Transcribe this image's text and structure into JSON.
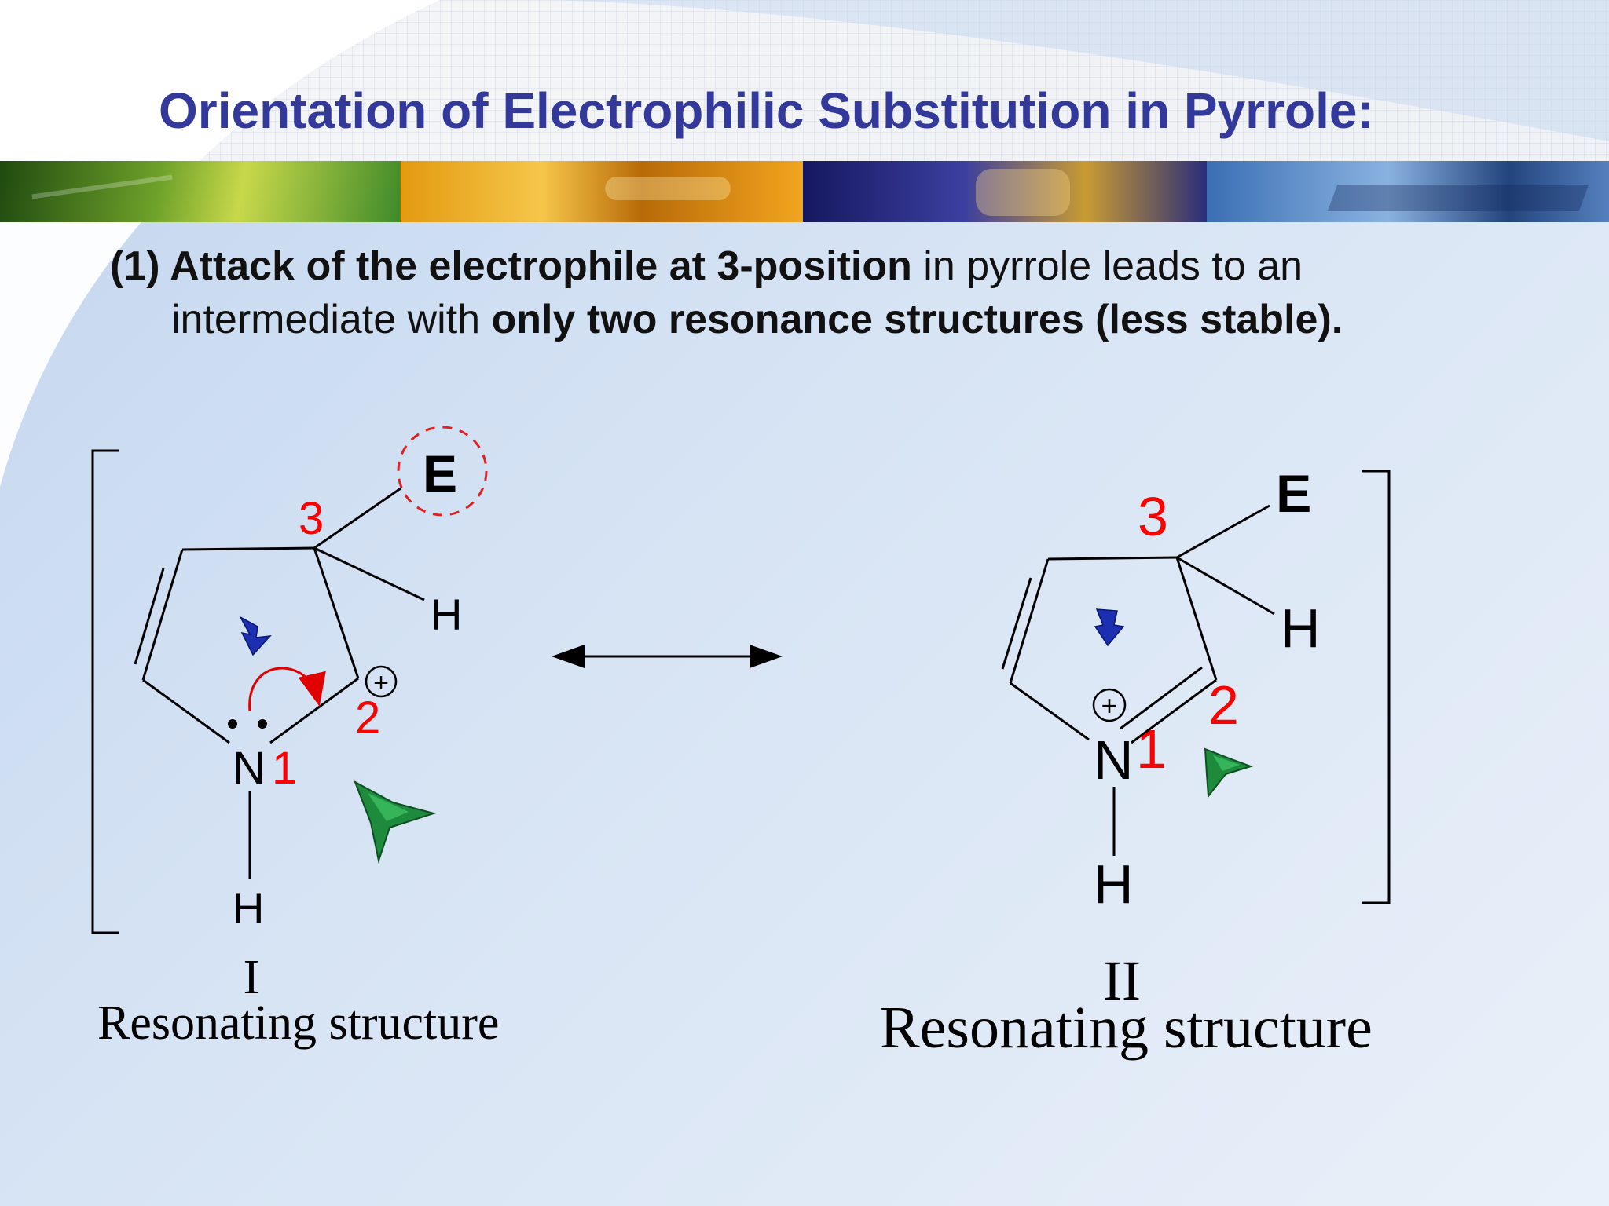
{
  "slide": {
    "title": "Orientation of Electrophilic Substitution in Pyrrole:",
    "paragraph": {
      "line1_bold": "(1) Attack of the electrophile at 3-position",
      "line1_normal": " in pyrrole leads to an",
      "line2_normal": "intermediate with ",
      "line2_bold": "only two resonance structures (less stable)."
    }
  },
  "structure_1": {
    "roman": "I",
    "caption": "Resonating structure",
    "atoms": {
      "E": "E",
      "H_sub": "H",
      "N": "N",
      "H_N": "H"
    },
    "positions": {
      "p1": "1",
      "p2": "2",
      "p3": "3"
    },
    "charge": "+"
  },
  "structure_2": {
    "roman": "II",
    "caption": "Resonating structure",
    "atoms": {
      "E": "E",
      "H_sub": "H",
      "N": "N",
      "H_N": "H"
    },
    "positions": {
      "p1": "1",
      "p2": "2",
      "p3": "3"
    },
    "charge": "+"
  },
  "colors": {
    "title": "#33399a",
    "position_numbers": "#ff0000",
    "bonds": "#000000"
  }
}
